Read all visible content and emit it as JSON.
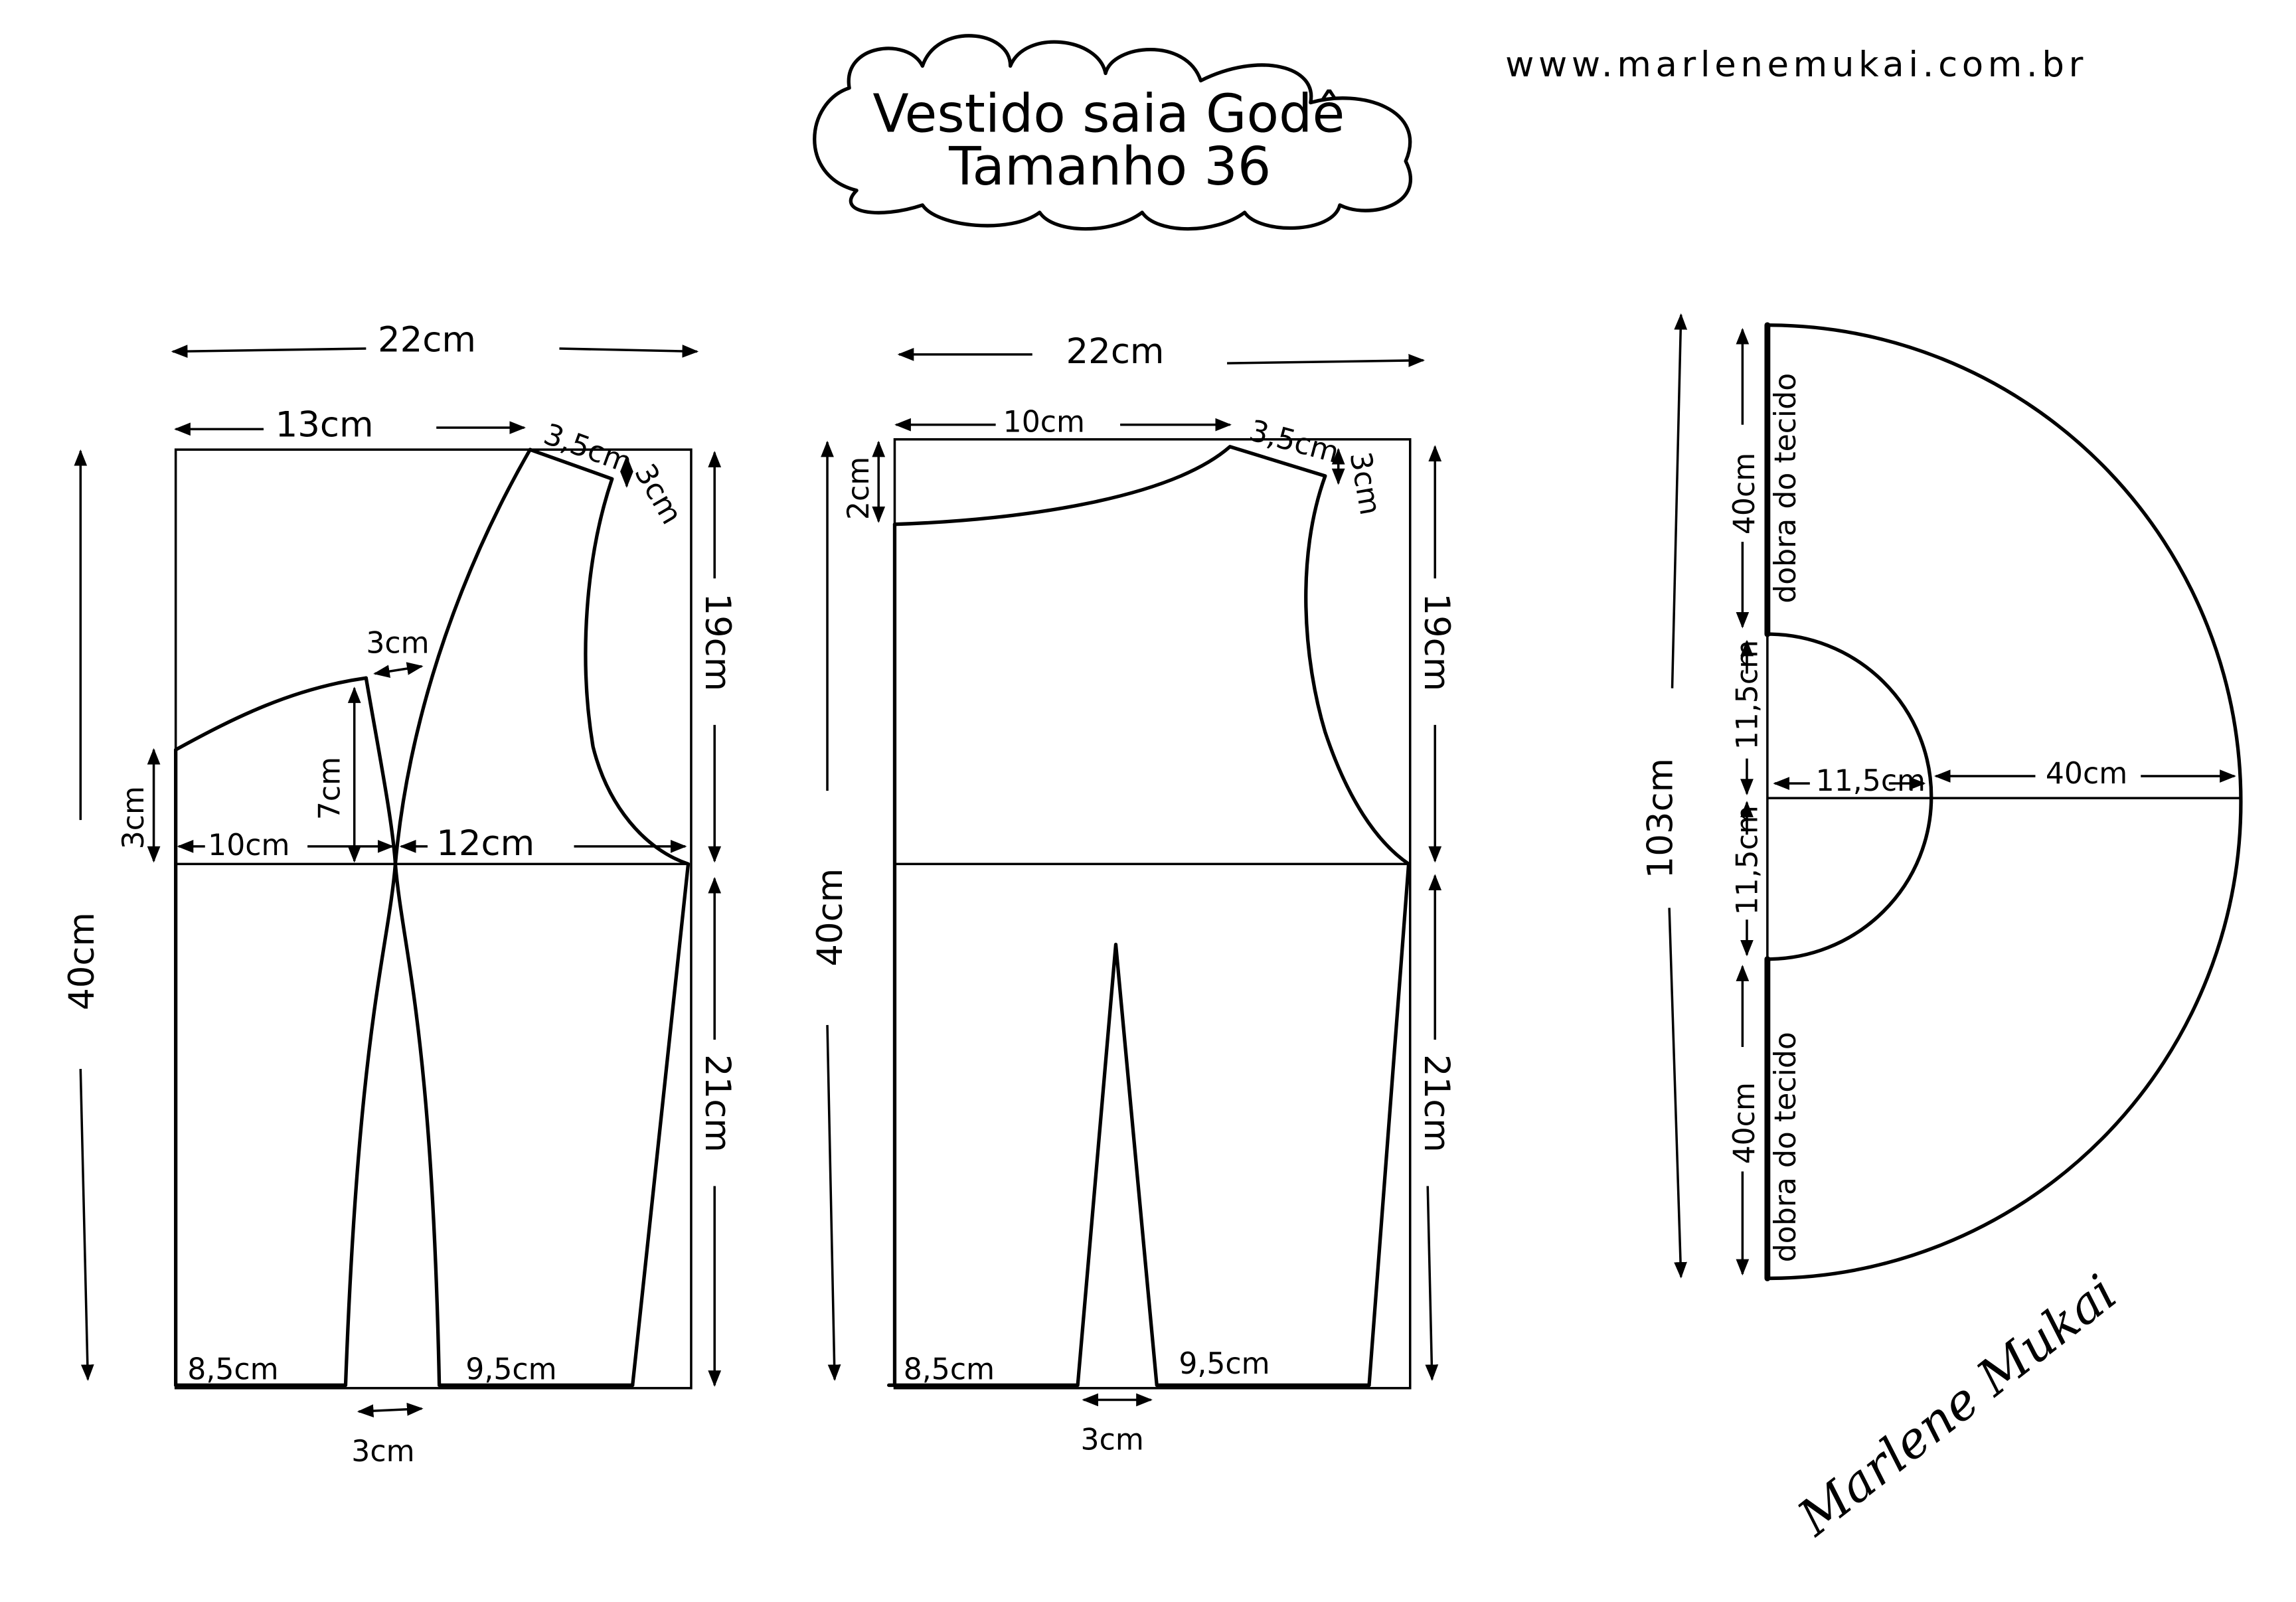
{
  "header": {
    "title": "Vestido saia Godê",
    "size": "Tamanho 36",
    "url": "www.marlenemukai.com.br"
  },
  "front": {
    "width": "22cm",
    "neck_width": "13cm",
    "shoulder": "3,5cm",
    "shoulder_drop": "3cm",
    "dart_gap": "3cm",
    "neck_depth": "3cm",
    "dart_height": "7cm",
    "left_width": "10cm",
    "right_width": "12cm",
    "upper_height": "19cm",
    "lower_height": "21cm",
    "total_height": "40cm",
    "bottom_left": "8,5cm",
    "bottom_right": "9,5cm",
    "dart_bottom": "3cm"
  },
  "back": {
    "width": "22cm",
    "neck_width": "10cm",
    "shoulder": "3,5cm",
    "shoulder_drop": "3cm",
    "neck_depth": "2cm",
    "upper_height": "19cm",
    "lower_height": "21cm",
    "total_height": "40cm",
    "bottom_left": "8,5cm",
    "bottom_right": "9,5cm",
    "dart_bottom": "3cm"
  },
  "skirt": {
    "total": "103cm",
    "top_length": "40cm",
    "waist_upper": "11,5cm",
    "waist_lower": "11,5cm",
    "bottom_length": "40cm",
    "fold_top": "dobra do tecido",
    "fold_bottom": "dobra do tecido",
    "waist_radius": "11,5cm",
    "skirt_length": "40cm"
  },
  "signature": "Marlene Mukai"
}
